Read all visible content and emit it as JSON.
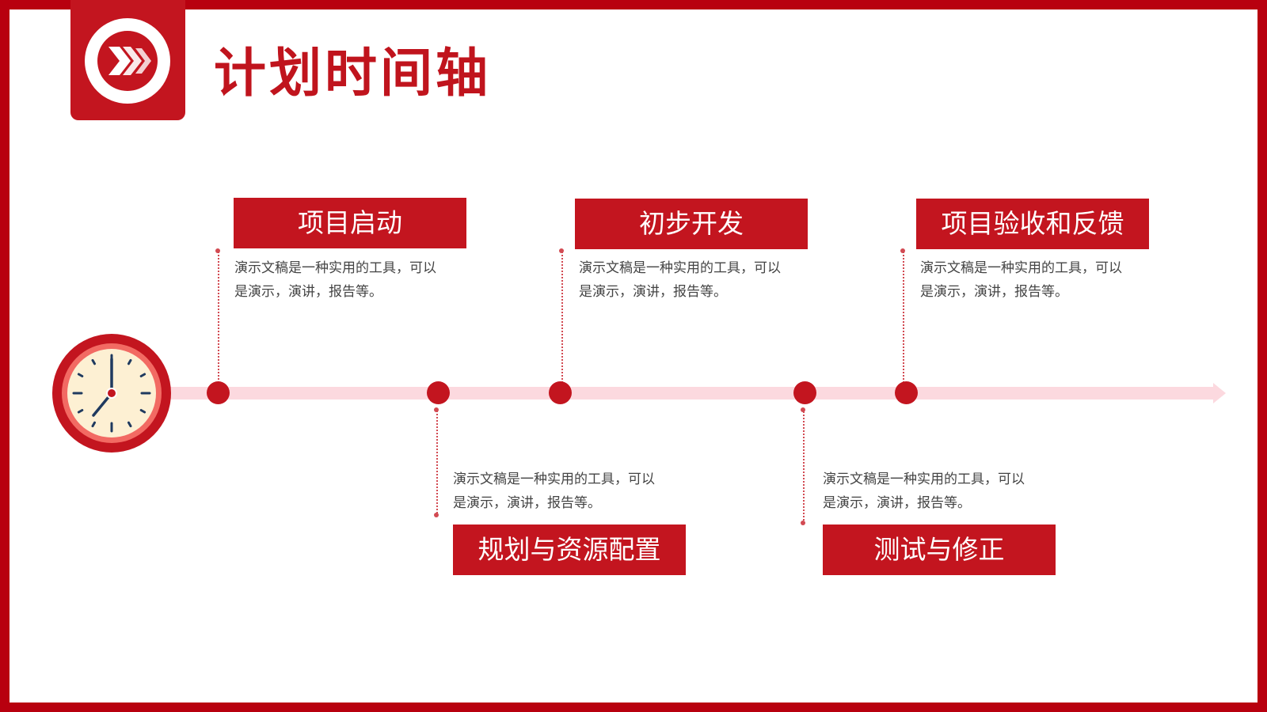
{
  "header": {
    "title": "计划时间轴",
    "logo_icon": "chevron-right-icon"
  },
  "colors": {
    "primary": "#c3151f",
    "border": "#b8000f",
    "timeline": "#fcd9df",
    "clock_face": "#fdf0d3"
  },
  "timeline": {
    "start_icon": "clock-icon",
    "milestones": [
      {
        "label": "项目启动",
        "description": [
          "演示文稿是一种实用的工具，可以",
          "是演示，演讲，报告等。"
        ],
        "position": "above"
      },
      {
        "label": "规划与资源配置",
        "description": [
          "演示文稿是一种实用的工具，可以",
          "是演示，演讲，报告等。"
        ],
        "position": "below"
      },
      {
        "label": "初步开发",
        "description": [
          "演示文稿是一种实用的工具，可以",
          "是演示，演讲，报告等。"
        ],
        "position": "above"
      },
      {
        "label": "测试与修正",
        "description": [
          "演示文稿是一种实用的工具，可以",
          "是演示，演讲，报告等。"
        ],
        "position": "below"
      },
      {
        "label": "项目验收和反馈",
        "description": [
          "演示文稿是一种实用的工具，可以",
          "是演示，演讲，报告等。"
        ],
        "position": "above"
      }
    ]
  }
}
